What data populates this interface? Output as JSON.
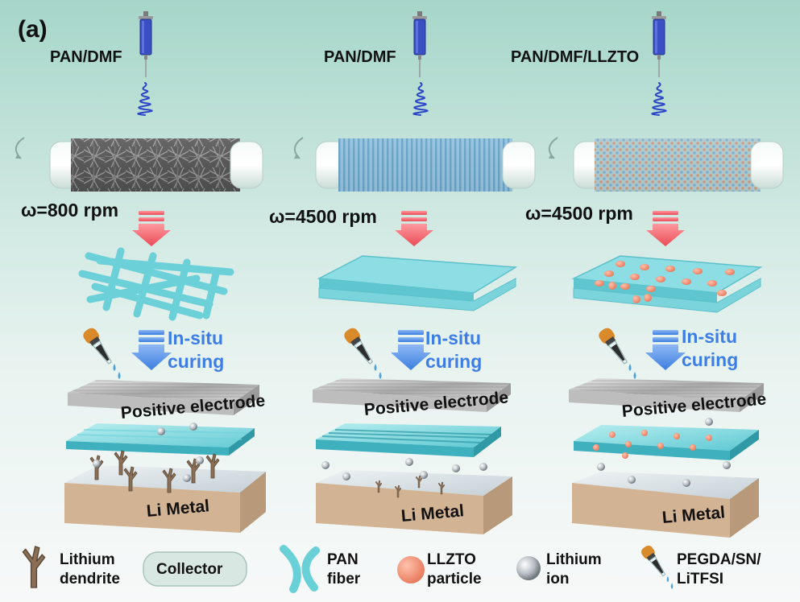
{
  "panel_label": "(a)",
  "columns": [
    {
      "precursor": "PAN/DMF",
      "speed": "ω=800 rpm",
      "curing": [
        "In-situ",
        "curing"
      ],
      "electrode": "Positive electrode",
      "metal": "Li Metal"
    },
    {
      "precursor": "PAN/DMF",
      "speed": "ω=4500 rpm",
      "curing": [
        "In-situ",
        "curing"
      ],
      "electrode": "Positive electrode",
      "metal": "Li Metal"
    },
    {
      "precursor": "PAN/DMF/LLZTO",
      "speed": "ω=4500 rpm",
      "curing": [
        "In-situ",
        "curing"
      ],
      "electrode": "Positive electrode",
      "metal": "Li Metal"
    }
  ],
  "legend": [
    {
      "icon": "dendrite-icon",
      "lines": [
        "Lithium",
        "dendrite"
      ]
    },
    {
      "icon": "collector-icon",
      "lines": [
        "Collector"
      ]
    },
    {
      "icon": "pan-fiber-icon",
      "lines": [
        "PAN",
        "fiber"
      ]
    },
    {
      "icon": "llzto-particle-icon",
      "lines": [
        "LLZTO",
        "particle"
      ]
    },
    {
      "icon": "lithium-ion-icon",
      "lines": [
        "Lithium",
        "ion"
      ]
    },
    {
      "icon": "dropper-icon",
      "lines": [
        "PEGDA/SN/",
        "LiTFSI"
      ]
    }
  ],
  "colors": {
    "syringe": "#3a4fc4",
    "down_arrow_red": "#f0636a",
    "down_arrow_blue": "#4d8de8",
    "curing_text": "#3d7de6",
    "membrane": "#7dd8de",
    "llzto": "#f08a6e",
    "li_metal_top": "#d9e3e8",
    "li_metal_side": "#c9a98a"
  }
}
